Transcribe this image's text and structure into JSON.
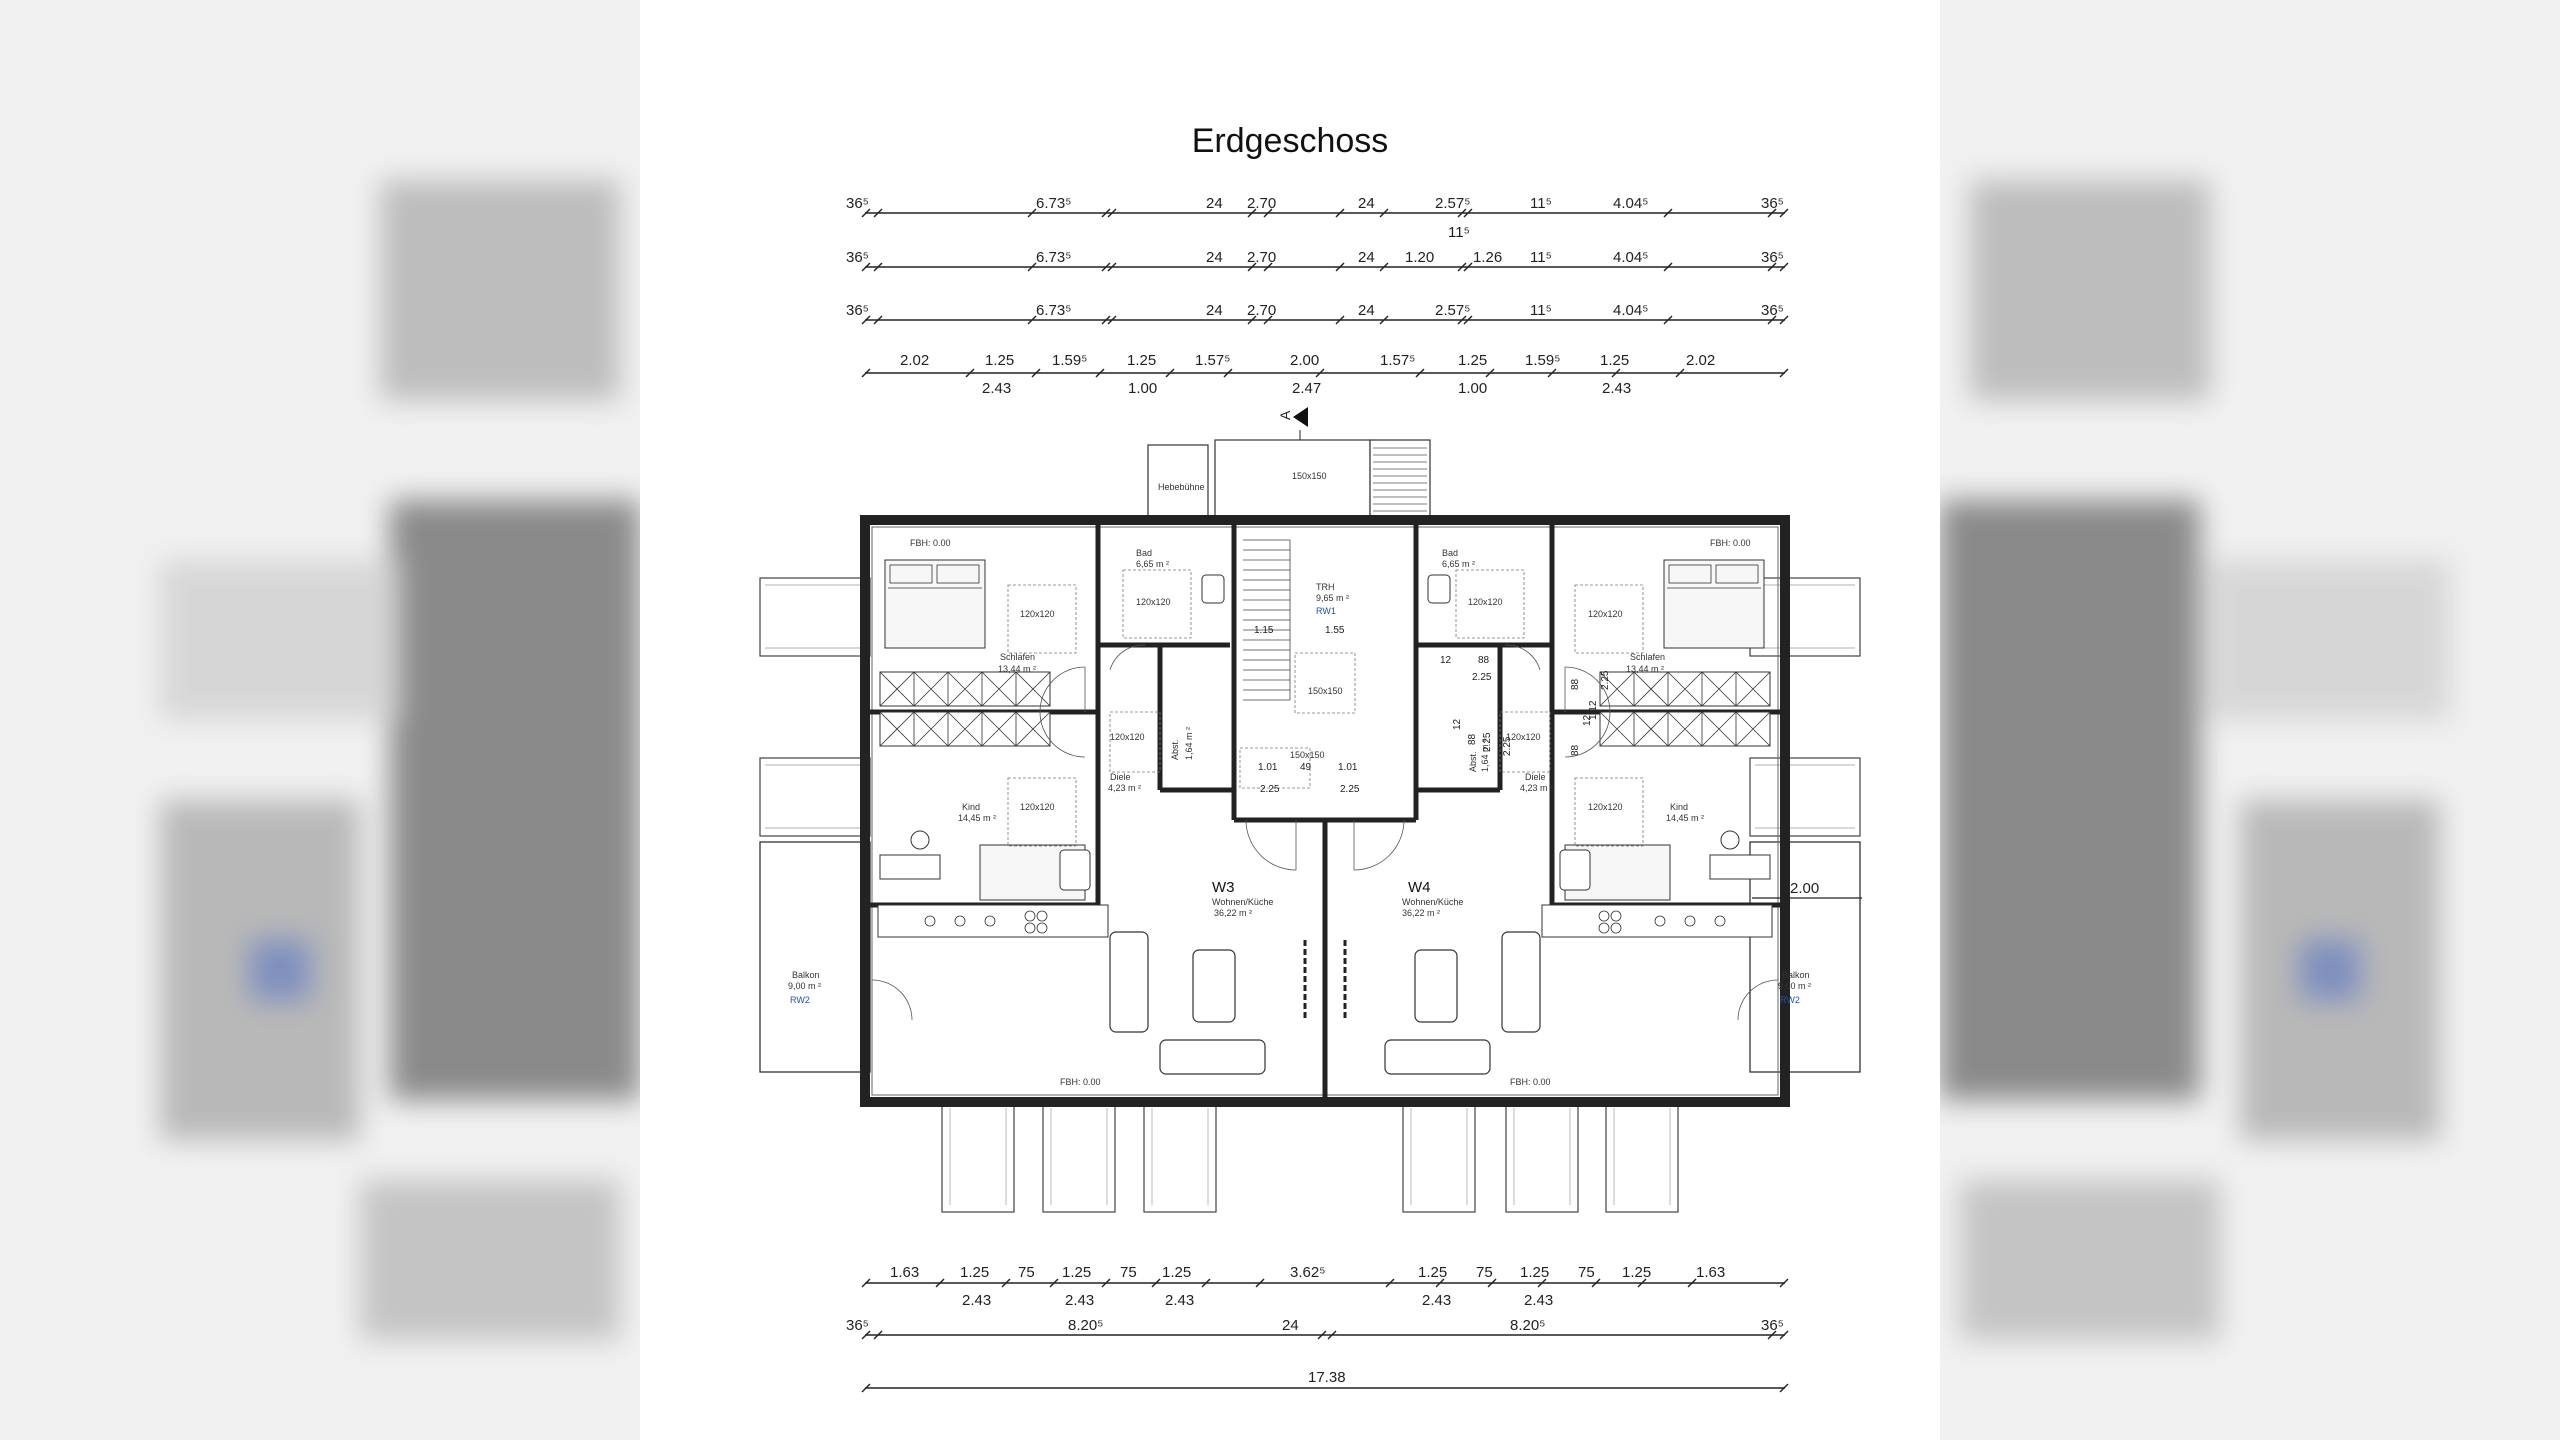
{
  "title": "Erdgeschoss",
  "dim_rows_top": {
    "row1": [
      "36⁵",
      "6.73⁵",
      "24",
      "2.70",
      "24",
      "2.57⁵",
      "11⁵",
      "4.04⁵",
      "36⁵"
    ],
    "row1_sub": "11⁵",
    "row2": [
      "36⁵",
      "6.73⁵",
      "24",
      "2.70",
      "24",
      "1.20",
      "1.26",
      "11⁵",
      "4.04⁵",
      "36⁵"
    ],
    "row3": [
      "36⁵",
      "6.73⁵",
      "24",
      "2.70",
      "24",
      "2.57⁵",
      "11⁵",
      "4.04⁵",
      "36⁵"
    ],
    "row4_upper": [
      "2.02",
      "1.25",
      "1.59⁵",
      "1.25",
      "1.57⁵",
      "2.00",
      "1.57⁵",
      "1.25",
      "1.59⁵",
      "1.25",
      "2.02"
    ],
    "row4_lower": [
      "2.43",
      "1.00",
      "2.47",
      "1.00",
      "2.43"
    ]
  },
  "dim_rows_bottom": {
    "row1_upper": [
      "1.63",
      "1.25",
      "75",
      "1.25",
      "75",
      "1.25",
      "3.62⁵",
      "1.25",
      "75",
      "1.25",
      "75",
      "1.25",
      "1.63"
    ],
    "row1_lower": [
      "2.43",
      "2.43",
      "2.43",
      "2.43",
      "2.43"
    ],
    "row2": [
      "36⁵",
      "8.20⁵",
      "24",
      "8.20⁵",
      "36⁵"
    ],
    "row3": [
      "17.38"
    ]
  },
  "section_marker": "A",
  "units": {
    "w3": {
      "name": "W3",
      "room": "Wohnen/Küche",
      "area": "36,22 m ²"
    },
    "w4": {
      "name": "W4",
      "room": "Wohnen/Küche",
      "area": "36,22 m ²"
    }
  },
  "rooms": {
    "schlafen_l": {
      "name": "Schlafen",
      "area": "13,44 m ²"
    },
    "schlafen_r": {
      "name": "Schlafen",
      "area": "13,44 m ²"
    },
    "bad_l": {
      "name": "Bad",
      "area": "6,65 m ²"
    },
    "bad_r": {
      "name": "Bad",
      "area": "6,65 m ²"
    },
    "kind_l": {
      "name": "Kind",
      "area": "14,45 m ²"
    },
    "kind_r": {
      "name": "Kind",
      "area": "14,45 m ²"
    },
    "diele_l": {
      "name": "Diele",
      "area": "4,23 m ²"
    },
    "diele_r": {
      "name": "Diele",
      "area": "4,23 m ²"
    },
    "trh": {
      "name": "TRH",
      "area": "9,65 m ²",
      "tag": "RW1"
    },
    "balkon_l": {
      "name": "Balkon",
      "area": "9,00 m ²",
      "tag": "RW2"
    },
    "balkon_r": {
      "name": "Balkon",
      "area": "9,00 m ²",
      "tag": "RW2"
    },
    "hebebuehne": "Hebebühne",
    "abst_l": {
      "name": "Abst.",
      "area": "1,64 m ²"
    },
    "abst_r": {
      "name": "Abst.",
      "area": "1,64 m ²"
    }
  },
  "fixtures": {
    "bed_size": "120x120",
    "shower_size": "120x120",
    "stair_opening": "150x150",
    "landing": "150x150",
    "lift_box": "150x150",
    "fbh": "FBH: 0.00"
  },
  "inner_dims": {
    "stair_115": "1.15",
    "stair_155": "1.55",
    "hall_101a": "1.01",
    "hall_49": "49",
    "hall_101b": "1.01",
    "hall_225a": "2.25",
    "hall_225b": "2.25",
    "r_12": "12",
    "r_88a": "88",
    "r_225a": "2.25",
    "r_225b": "2.25",
    "r_88b": "88",
    "r_112": "1.12",
    "r_225c": "2.25",
    "r_88c": "88",
    "l_12": "12",
    "l_88": "88",
    "l_225": "2.25",
    "l_12b": "12",
    "balkon_dim": "2.00"
  }
}
